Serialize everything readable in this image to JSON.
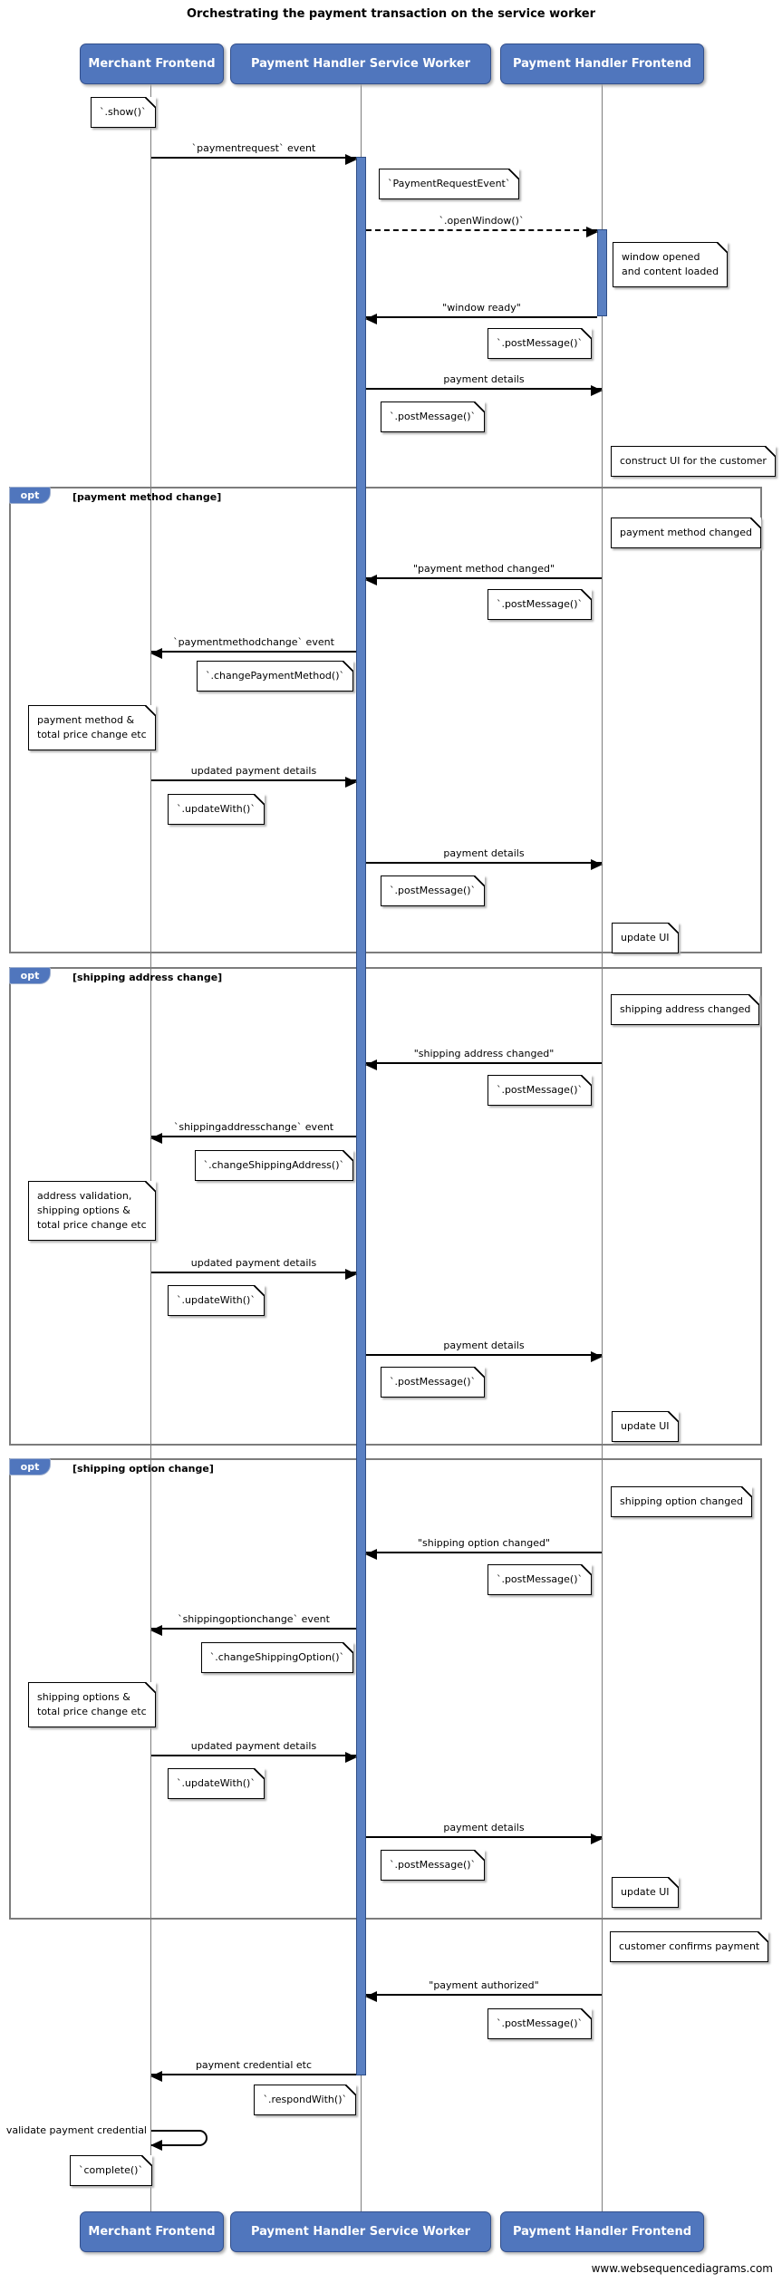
{
  "diagram": {
    "title": "Orchestrating the payment transaction on the service worker",
    "watermark": "www.websequencediagrams.com"
  },
  "colors": {
    "participant_fill": "#5076bd",
    "participant_border": "#33508c",
    "activation_fill": "#5a80c2",
    "activation_border": "#2e4d86",
    "frame_border": "#7c7c7c",
    "lifeline": "#7d7d7d"
  },
  "participants": [
    {
      "label": "Merchant Frontend"
    },
    {
      "label": "Payment Handler Service Worker"
    },
    {
      "label": "Payment Handler Frontend"
    }
  ],
  "intro": {
    "show_note": "`.show()`",
    "payment_request_event_msg": "`paymentrequest` event",
    "payment_request_event_note": "`PaymentRequestEvent`",
    "open_window_msg": "`.openWindow()`",
    "window_opened_note": "window opened\nand content loaded",
    "window_ready_msg": "\"window ready\"",
    "window_ready_post_message_note": "`.postMessage()`",
    "payment_details_msg": "payment details",
    "payment_details_post_message_note": "`.postMessage()`",
    "construct_ui_note": "construct UI for the customer"
  },
  "fragments": [
    {
      "keyword": "opt",
      "condition": "[payment method change]",
      "event_note": "payment method changed",
      "event_msg": "\"payment method changed\"",
      "event_post_message_note": "`.postMessage()`",
      "handler_event_msg": "`paymentmethodchange` event",
      "handler_api_note": "`.changePaymentMethod()`",
      "merchant_note": "payment method &\ntotal price change etc",
      "updated_details_msg": "updated payment details",
      "update_with_note": "`.updateWith()`",
      "payment_details_msg": "payment details",
      "payment_details_post_message_note": "`.postMessage()`",
      "update_ui_note": "update UI"
    },
    {
      "keyword": "opt",
      "condition": "[shipping address change]",
      "event_note": "shipping address changed",
      "event_msg": "\"shipping address changed\"",
      "event_post_message_note": "`.postMessage()`",
      "handler_event_msg": "`shippingaddresschange` event",
      "handler_api_note": "`.changeShippingAddress()`",
      "merchant_note": "address validation,\nshipping options &\ntotal price change etc",
      "updated_details_msg": "updated payment details",
      "update_with_note": "`.updateWith()`",
      "payment_details_msg": "payment details",
      "payment_details_post_message_note": "`.postMessage()`",
      "update_ui_note": "update UI"
    },
    {
      "keyword": "opt",
      "condition": "[shipping option change]",
      "event_note": "shipping option changed",
      "event_msg": "\"shipping option changed\"",
      "event_post_message_note": "`.postMessage()`",
      "handler_event_msg": "`shippingoptionchange` event",
      "handler_api_note": "`.changeShippingOption()`",
      "merchant_note": "shipping options &\ntotal price change etc",
      "updated_details_msg": "updated payment details",
      "update_with_note": "`.updateWith()`",
      "payment_details_msg": "payment details",
      "payment_details_post_message_note": "`.postMessage()`",
      "update_ui_note": "update UI"
    }
  ],
  "finale": {
    "confirm_note": "customer confirms payment",
    "authorized_msg": "\"payment authorized\"",
    "authorized_post_message_note": "`.postMessage()`",
    "credential_msg": "payment credential etc",
    "respond_with_note": "`.respondWith()`",
    "validate_self_msg": "validate payment credential",
    "complete_note": "`complete()`"
  }
}
